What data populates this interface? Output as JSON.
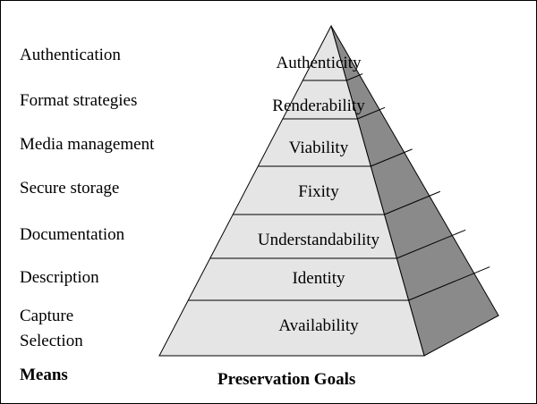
{
  "means": {
    "heading": "Means",
    "items": [
      "Authentication",
      "Format strategies",
      "Media management",
      "Secure storage",
      "Documentation",
      "Description",
      "Capture",
      "Selection"
    ]
  },
  "pyramid": {
    "heading": "Preservation Goals",
    "levels": [
      "Authenticity",
      "Renderability",
      "Viability",
      "Fixity",
      "Understandability",
      "Identity",
      "Availability"
    ],
    "colors": {
      "front_face": "#e5e5e5",
      "side_face": "#8a8a8a",
      "outline": "#000000"
    }
  }
}
